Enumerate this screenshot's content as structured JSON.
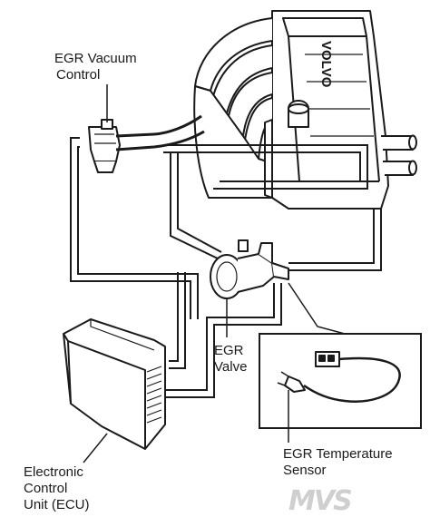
{
  "labels": {
    "egr_vacuum_control": {
      "line1": "EGR Vacuum",
      "line2": "Control"
    },
    "egr_valve": {
      "line1": "EGR",
      "line2": "Valve"
    },
    "egr_temp_sensor": {
      "line1": "EGR Temperature",
      "line2": "Sensor"
    },
    "ecu": {
      "line1": "Electronic",
      "line2": "Control",
      "line3": "Unit (ECU)"
    }
  },
  "engine": {
    "brand_text": "VOLVO"
  },
  "watermark": {
    "text": "MVS"
  },
  "colors": {
    "line": "#1a1a1a",
    "background": "#ffffff",
    "watermark": "#cfcfcf"
  }
}
